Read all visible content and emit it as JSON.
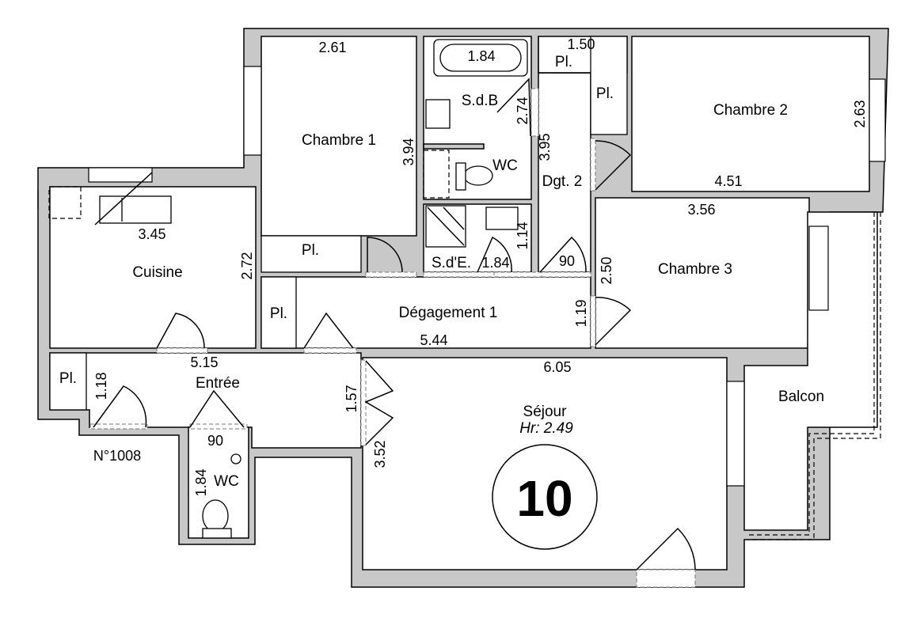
{
  "rooms": {
    "chambre1": "Chambre 1",
    "chambre2": "Chambre 2",
    "chambre3": "Chambre 3",
    "sdb": "S.d.B",
    "wc_top": "WC",
    "dgt2": "Dgt. 2",
    "sde": "S.d'E.",
    "cuisine": "Cuisine",
    "degagement1": "Dégagement 1",
    "entree": "Entrée",
    "wc_bottom": "WC",
    "sejour": "Séjour",
    "sejour_height": "Hr:  2.49",
    "balcon": "Balcon"
  },
  "placards": {
    "pl_top1": "Pl.",
    "pl_top2": "Pl.",
    "pl_chambre1": "Pl.",
    "pl_degagement": "Pl.",
    "pl_entree": "Pl."
  },
  "dimensions": {
    "ch1_width": "2.61",
    "ch1_depth": "3.94",
    "bath_len": "1.84",
    "sdb_depth": "2.74",
    "dgt2_len": "3.95",
    "top_pl_width": "1.50",
    "ch2_depth": "2.63",
    "ch2_width": "4.51",
    "ch3_width": "3.56",
    "ch3_depth": "2.50",
    "sde_depth": "1.14",
    "sde_width": "1.84",
    "dgt2_width": "90",
    "cuisine_width": "3.45",
    "cuisine_depth": "2.72",
    "deg1_depth": "1.19",
    "deg1_len": "5.44",
    "entree_len": "5.15",
    "entree_depth": "1.18",
    "sejour_width": "6.05",
    "entree_door": "1.57",
    "sejour_depth": "3.52",
    "wc_width": "90",
    "wc_depth": "1.84"
  },
  "apartment_number": "N°1008",
  "lot_number": "10"
}
